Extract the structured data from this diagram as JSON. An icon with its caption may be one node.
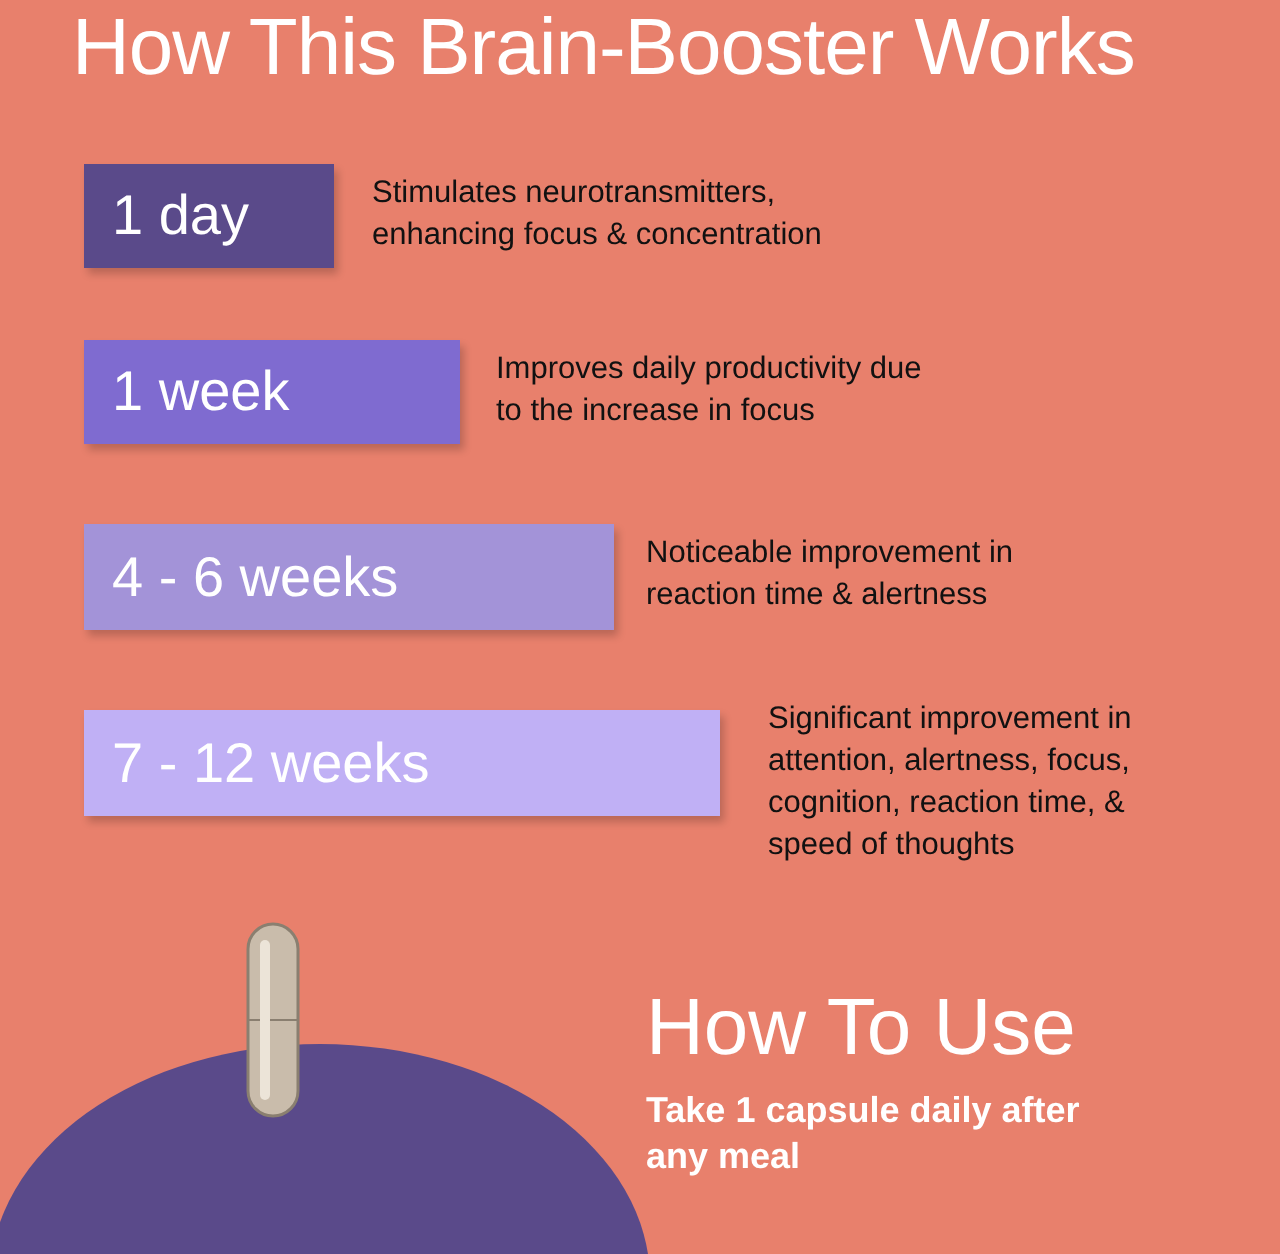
{
  "diagram": {
    "title": "How This Brain-Booster Works",
    "nodes": [
      {
        "text": [
          "1 day"
        ],
        "beside": [
          "Stimulates neurotransmitters, enhancing focus & concentration"
        ]
      },
      {
        "text": [
          "1 week"
        ],
        "beside": [
          "Improves daily productivity due to the increase in focus"
        ]
      },
      {
        "text": [
          "4 - 6 weeks"
        ],
        "beside": [
          "Noticeable improvement in reaction time & alertness"
        ]
      },
      {
        "text": [
          "7 - 12 weeks"
        ],
        "beside": [
          "Significant improvement in attention, alertness, focus, cognition, reaction time, & speed of thoughts"
        ]
      }
    ],
    "edges": [],
    "labels": [
      "How To Use",
      "Take 1 capsule daily after any meal"
    ]
  }
}
